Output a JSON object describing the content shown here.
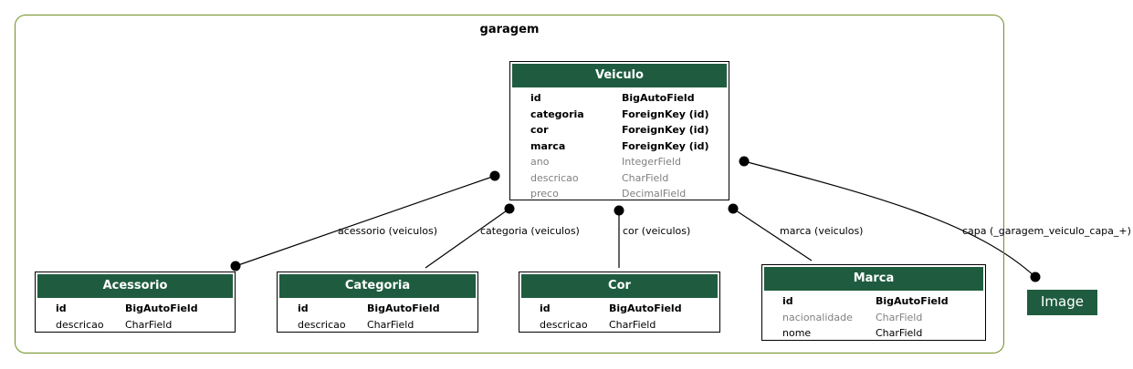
{
  "app": {
    "cluster_label": "garagem"
  },
  "entities": [
    {
      "name": "Veiculo",
      "fields": [
        {
          "name": "id",
          "type": "BigAutoField",
          "style": "key"
        },
        {
          "name": "categoria",
          "type": "ForeignKey (id)",
          "style": "key"
        },
        {
          "name": "cor",
          "type": "ForeignKey (id)",
          "style": "key"
        },
        {
          "name": "marca",
          "type": "ForeignKey (id)",
          "style": "key"
        },
        {
          "name": "ano",
          "type": "IntegerField",
          "style": "muted"
        },
        {
          "name": "descricao",
          "type": "CharField",
          "style": "muted"
        },
        {
          "name": "preco",
          "type": "DecimalField",
          "style": "muted"
        }
      ]
    },
    {
      "name": "Acessorio",
      "fields": [
        {
          "name": "id",
          "type": "BigAutoField",
          "style": "key"
        },
        {
          "name": "descricao",
          "type": "CharField",
          "style": "plain"
        }
      ]
    },
    {
      "name": "Categoria",
      "fields": [
        {
          "name": "id",
          "type": "BigAutoField",
          "style": "key"
        },
        {
          "name": "descricao",
          "type": "CharField",
          "style": "plain"
        }
      ]
    },
    {
      "name": "Cor",
      "fields": [
        {
          "name": "id",
          "type": "BigAutoField",
          "style": "key"
        },
        {
          "name": "descricao",
          "type": "CharField",
          "style": "plain"
        }
      ]
    },
    {
      "name": "Marca",
      "fields": [
        {
          "name": "id",
          "type": "BigAutoField",
          "style": "key"
        },
        {
          "name": "nacionalidade",
          "type": "CharField",
          "style": "muted"
        },
        {
          "name": "nome",
          "type": "CharField",
          "style": "plain"
        }
      ]
    }
  ],
  "external": {
    "label": "Image"
  },
  "relations": [
    {
      "label": "acessorio (veiculos)"
    },
    {
      "label": "categoria (veiculos)"
    },
    {
      "label": "cor (veiculos)"
    },
    {
      "label": "marca (veiculos)"
    },
    {
      "label": "capa (_garagem_veiculo_capa_+)"
    }
  ],
  "colors": {
    "header_bg": "#1f5c3f",
    "header_text": "#ffffff",
    "cluster_border": "#6f8f24",
    "muted_text": "#808080"
  }
}
